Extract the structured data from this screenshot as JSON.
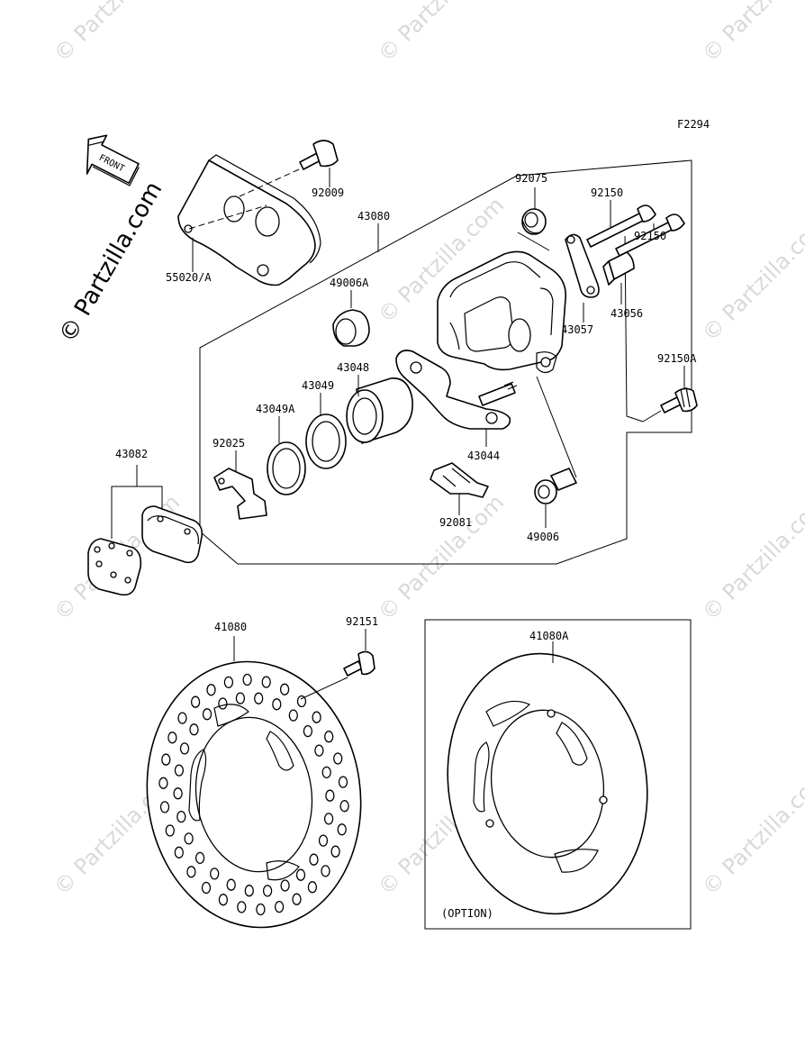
{
  "figure_code": "F2294",
  "front_marker": "FRONT",
  "option_note": "(OPTION)",
  "watermark": "© Partzilla.com",
  "parts": {
    "p92009": "92009",
    "p55020": "55020/A",
    "p43080": "43080",
    "p92075": "92075",
    "p92150a": "92150",
    "p92150b": "92150",
    "p49006a": "49006A",
    "p43057": "43057",
    "p43056": "43056",
    "p43048": "43048",
    "p43049": "43049",
    "p43049a": "43049A",
    "p92025": "92025",
    "p43082": "43082",
    "p92150A": "92150A",
    "p43044": "43044",
    "p92081": "92081",
    "p49006": "49006",
    "p41080": "41080",
    "p92151": "92151",
    "p41080a": "41080A"
  }
}
